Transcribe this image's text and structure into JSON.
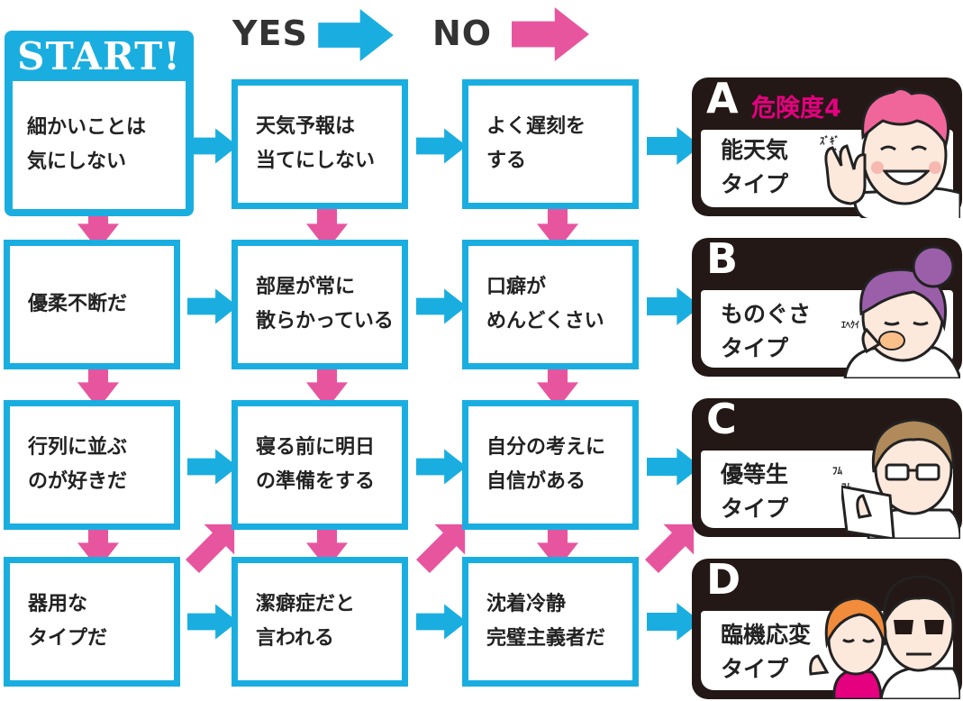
{
  "legend": {
    "yes": "YES",
    "no": "NO"
  },
  "colors": {
    "yes": "#1aaee0",
    "no": "#e8559f",
    "result_bg": "#231815",
    "danger": "#e4007f"
  },
  "start": {
    "label": "START!",
    "question": "細かいことは\n気にしない"
  },
  "questions": [
    "天気予報は\n当てにしない",
    "よく遅刻を\nする",
    "優柔不断だ",
    "部屋が常に\n散らかっている",
    "口癖が\nめんどくさい",
    "行列に並ぶ\nのが好きだ",
    "寝る前に明日\nの準備をする",
    "自分の考えに\n自信がある",
    "器用な\nタイプだ",
    "潔癖症だと\n言われる",
    "沈着冷静\n完璧主義者だ"
  ],
  "results": [
    {
      "letter": "A",
      "danger": "危険度4",
      "name": "能天気\nタイプ",
      "sfx": [
        "ｽﾞｷﾞ",
        "ｽﾞｷﾞ"
      ],
      "face": "laughing-face"
    },
    {
      "letter": "B",
      "name": "ものぐさ\nタイプ",
      "sfx": [
        "ｴﾍｸｲ"
      ],
      "face": "sleepy-face"
    },
    {
      "letter": "C",
      "name": "優等生\nタイプ",
      "sfx": [
        "ﾌﾑ",
        "ﾌﾑ"
      ],
      "face": "reading-face"
    },
    {
      "letter": "D",
      "name": "臨機応変\nタイプ",
      "face": "cool-duo-face"
    }
  ]
}
